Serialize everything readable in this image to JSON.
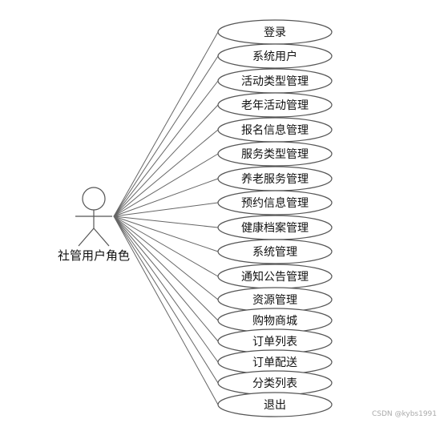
{
  "actor": {
    "name": "社管用户角色"
  },
  "use_cases": [
    "登录",
    "系统用户",
    "活动类型管理",
    "老年活动管理",
    "报名信息管理",
    "服务类型管理",
    "养老服务管理",
    "预约信息管理",
    "健康档案管理",
    "系统管理",
    "通知公告管理",
    "资源管理",
    "购物商城",
    "订单列表",
    "订单配送",
    "分类列表",
    "退出"
  ],
  "watermark": "CSDN @kybs1991",
  "colors": {
    "stroke": "#555555",
    "line": "#666666",
    "text": "#111111",
    "fill": "#ffffff"
  }
}
